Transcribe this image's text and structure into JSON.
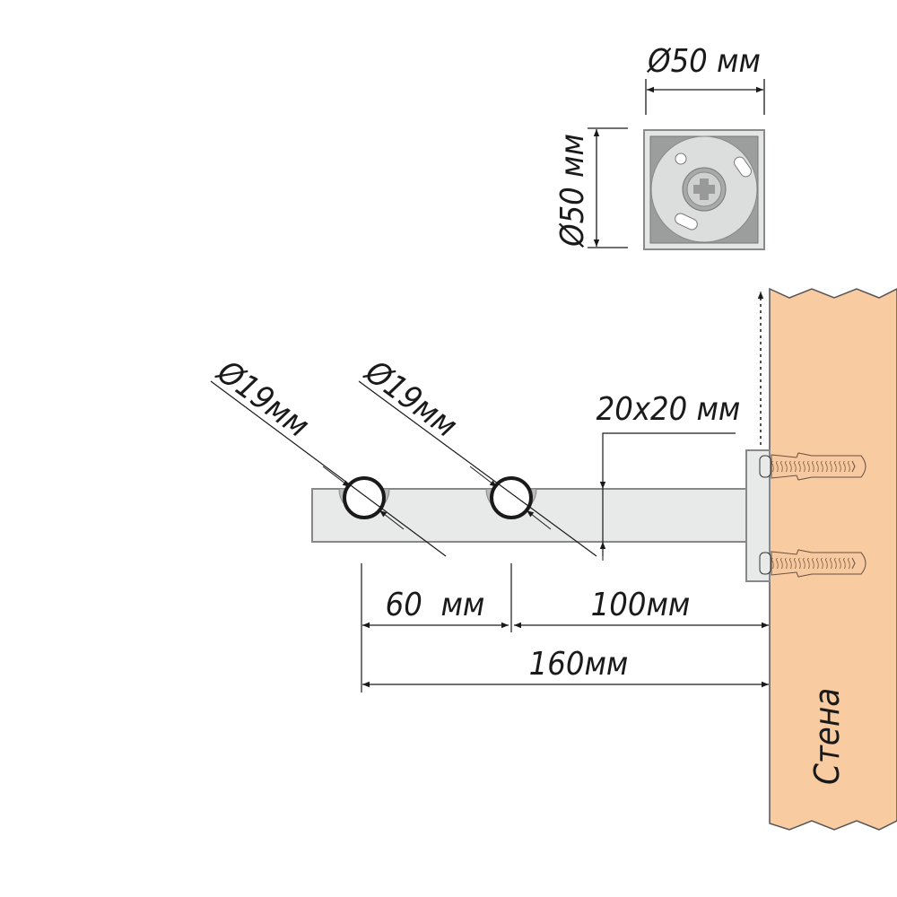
{
  "labels": {
    "plate_width": "Ø50 мм",
    "plate_height": "Ø50 мм",
    "hole1_diameter": "Ø19мм",
    "hole2_diameter": "Ø19мм",
    "profile_section": "20x20 мм",
    "dim_60": "60  мм",
    "dim_100": "100мм",
    "dim_160": "160мм",
    "wall": "Стена"
  },
  "colors": {
    "wall": "#f8cba1",
    "metal": "#e8e9e9",
    "metal_dark": "#9a9b9b",
    "line": "#1a1a1a"
  }
}
